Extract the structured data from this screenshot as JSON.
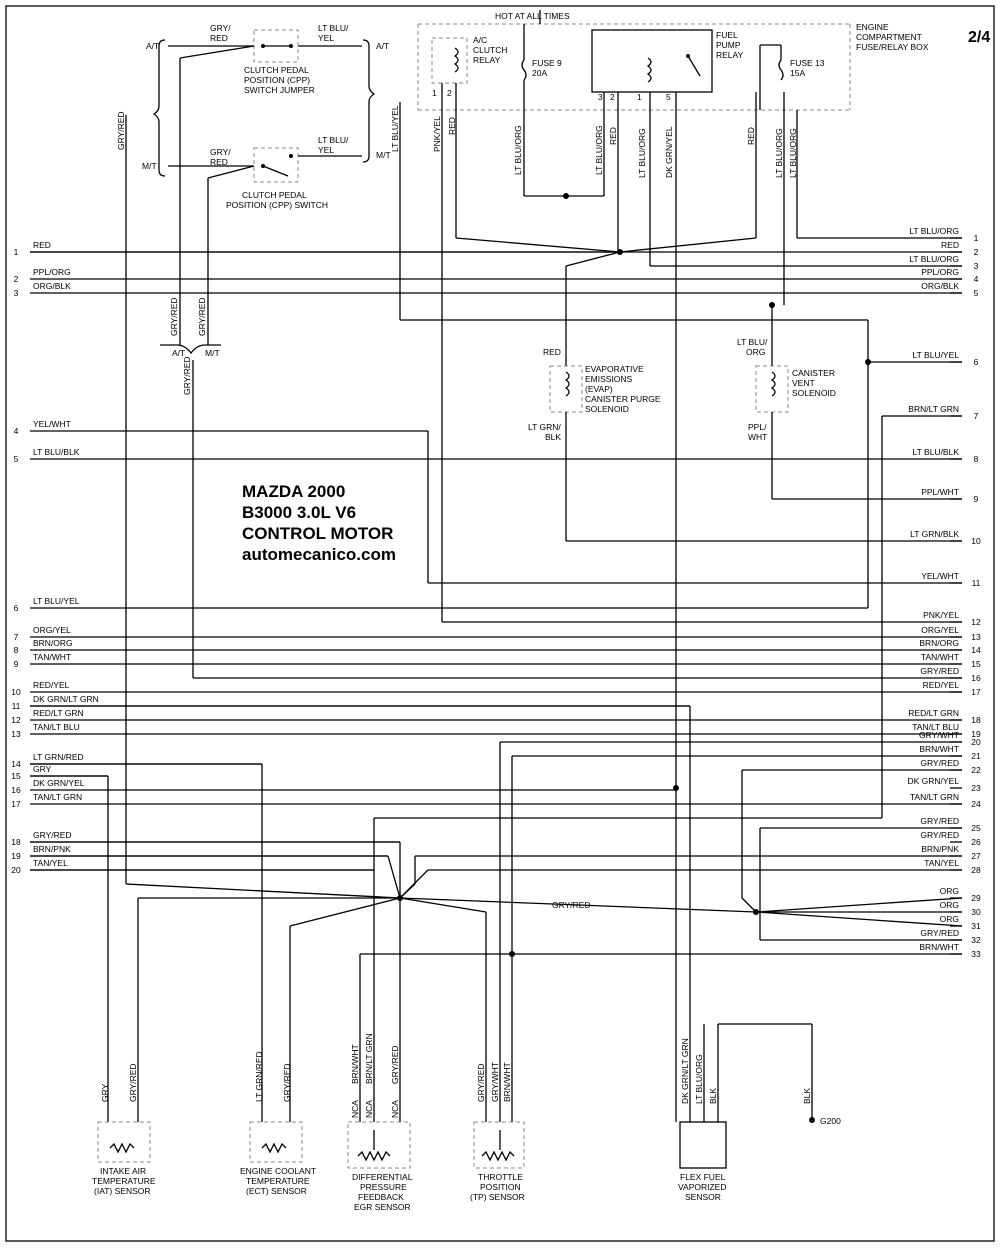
{
  "page": "2/4",
  "title_block": {
    "line1": "MAZDA 2000",
    "line2": "B3000  3.0L V6",
    "line3": "CONTROL MOTOR",
    "line4": "automecanico.com"
  },
  "top": {
    "hot_label": "HOT AT ALL TIMES",
    "box_label": [
      "ENGINE",
      "COMPARTMENT",
      "FUSE/RELAY BOX"
    ],
    "ac_relay": [
      "A/C",
      "CLUTCH",
      "RELAY"
    ],
    "fuse9": [
      "FUSE 9",
      "20A"
    ],
    "fuel_relay": [
      "FUEL",
      "PUMP",
      "RELAY"
    ],
    "fuse13": [
      "FUSE 13",
      "15A"
    ],
    "cpp_jumper": [
      "CLUTCH PEDAL",
      "POSITION (CPP)",
      "SWITCH JUMPER"
    ],
    "cpp_switch": [
      "CLUTCH PEDAL",
      "POSITION (CPP) SWITCH"
    ],
    "at": "A/T",
    "mt": "M/T",
    "gry_red_lbl": [
      "GRY/",
      "RED"
    ],
    "lt_blu_yel_lbl": [
      "LT BLU/",
      "YEL"
    ],
    "relay_pins": [
      "1",
      "2",
      "3",
      "2",
      "1",
      "5"
    ]
  },
  "solenoids": {
    "evap": [
      "EVAPORATIVE",
      "EMISSIONS",
      "(EVAP)",
      "CANISTER PURGE",
      "SOLENOID"
    ],
    "vent": [
      "CANISTER",
      "VENT",
      "SOLENOID"
    ],
    "red": "RED",
    "lt_grn_blk": [
      "LT GRN/",
      "BLK"
    ],
    "lt_blu_org": [
      "LT BLU/",
      "ORG"
    ],
    "ppl_wht": [
      "PPL/",
      "WHT"
    ]
  },
  "left_pins": [
    {
      "n": "1",
      "wire": "RED"
    },
    {
      "n": "2",
      "wire": "PPL/ORG"
    },
    {
      "n": "3",
      "wire": "ORG/BLK"
    },
    {
      "n": "4",
      "wire": "YEL/WHT"
    },
    {
      "n": "5",
      "wire": "LT BLU/BLK"
    },
    {
      "n": "6",
      "wire": "LT BLU/YEL"
    },
    {
      "n": "7",
      "wire": "ORG/YEL"
    },
    {
      "n": "8",
      "wire": "BRN/ORG"
    },
    {
      "n": "9",
      "wire": "TAN/WHT"
    },
    {
      "n": "10",
      "wire": "RED/YEL"
    },
    {
      "n": "11",
      "wire": "DK GRN/LT GRN"
    },
    {
      "n": "12",
      "wire": "RED/LT GRN"
    },
    {
      "n": "13",
      "wire": "TAN/LT BLU"
    },
    {
      "n": "14",
      "wire": "LT GRN/RED"
    },
    {
      "n": "15",
      "wire": "GRY"
    },
    {
      "n": "16",
      "wire": "DK GRN/YEL"
    },
    {
      "n": "17",
      "wire": "TAN/LT GRN"
    },
    {
      "n": "18",
      "wire": "GRY/RED"
    },
    {
      "n": "19",
      "wire": "BRN/PNK"
    },
    {
      "n": "20",
      "wire": "TAN/YEL"
    }
  ],
  "right_pins": [
    {
      "n": "1",
      "wire": "LT BLU/ORG"
    },
    {
      "n": "2",
      "wire": "RED"
    },
    {
      "n": "3",
      "wire": "LT BLU/ORG"
    },
    {
      "n": "4",
      "wire": "PPL/ORG"
    },
    {
      "n": "5",
      "wire": "ORG/BLK"
    },
    {
      "n": "6",
      "wire": "LT BLU/YEL"
    },
    {
      "n": "7",
      "wire": "BRN/LT GRN"
    },
    {
      "n": "8",
      "wire": "LT BLU/BLK"
    },
    {
      "n": "9",
      "wire": "PPL/WHT"
    },
    {
      "n": "10",
      "wire": "LT GRN/BLK"
    },
    {
      "n": "11",
      "wire": "YEL/WHT"
    },
    {
      "n": "12",
      "wire": "PNK/YEL"
    },
    {
      "n": "13",
      "wire": "ORG/YEL"
    },
    {
      "n": "14",
      "wire": "BRN/ORG"
    },
    {
      "n": "15",
      "wire": "TAN/WHT"
    },
    {
      "n": "16",
      "wire": "GRY/RED"
    },
    {
      "n": "17",
      "wire": "RED/YEL"
    },
    {
      "n": "18",
      "wire": "RED/LT GRN"
    },
    {
      "n": "19",
      "wire": "TAN/LT BLU"
    },
    {
      "n": "20",
      "wire": "GRY/WHT"
    },
    {
      "n": "21",
      "wire": "BRN/WHT"
    },
    {
      "n": "22",
      "wire": "GRY/RED"
    },
    {
      "n": "23",
      "wire": "DK GRN/YEL"
    },
    {
      "n": "24",
      "wire": "TAN/LT GRN"
    },
    {
      "n": "25",
      "wire": "GRY/RED"
    },
    {
      "n": "26",
      "wire": "GRY/RED"
    },
    {
      "n": "27",
      "wire": "BRN/PNK"
    },
    {
      "n": "28",
      "wire": "TAN/YEL"
    },
    {
      "n": "29",
      "wire": "ORG"
    },
    {
      "n": "30",
      "wire": "ORG"
    },
    {
      "n": "31",
      "wire": "ORG"
    },
    {
      "n": "32",
      "wire": "GRY/RED"
    },
    {
      "n": "33",
      "wire": "BRN/WHT"
    }
  ],
  "vertical_labels": {
    "gry_red": "GRY/RED",
    "lt_blu_yel": "LT BLU/YEL",
    "pnk_yel": "PNK/YEL",
    "red": "RED",
    "lt_blu_org": "LT BLU/ORG",
    "dk_grn_yel": "DK GRN/YEL",
    "gry": "GRY",
    "lt_grn_red": "LT GRN/RED",
    "brn_wht": "BRN/WHT",
    "brn_lt_grn": "BRN/LT GRN",
    "gry_wht": "GRY/WHT",
    "dk_grn_lt_grn": "DK GRN/LT GRN",
    "blk": "BLK",
    "nca": "NCA"
  },
  "mid_gry_red": "GRY/RED",
  "sensors": [
    {
      "name": [
        "INTAKE AIR",
        "TEMPERATURE",
        "(IAT) SENSOR"
      ]
    },
    {
      "name": [
        "ENGINE COOLANT",
        "TEMPERATURE",
        "(ECT) SENSOR"
      ]
    },
    {
      "name": [
        "DIFFERENTIAL",
        "PRESSURE",
        "FEEDBACK",
        "EGR SENSOR"
      ]
    },
    {
      "name": [
        "THROTTLE",
        "POSITION",
        "(TP) SENSOR"
      ]
    },
    {
      "name": [
        "FLEX FUEL",
        "VAPORIZED",
        "SENSOR"
      ]
    }
  ],
  "ground": "G200"
}
